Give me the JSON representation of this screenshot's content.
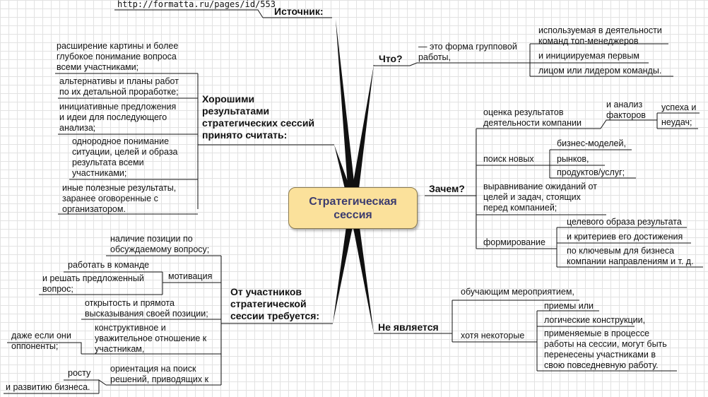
{
  "center": {
    "line1": "Стратегическая",
    "line2": "сессия"
  },
  "source": {
    "title": "Источник:",
    "url": "http://formatta.ru/pages/id/553"
  },
  "what": {
    "title": "Что?",
    "definition": [
      "— это форма групповой",
      "работы,"
    ],
    "items": [
      [
        "используемая в деятельности",
        "команд топ-менеджеров"
      ],
      [
        "и инициируемая первым"
      ],
      [
        "лицом или лидером команды."
      ]
    ]
  },
  "results": {
    "title": [
      "Хорошими",
      "результатами",
      "стратегических сессий",
      "принято считать:"
    ],
    "items": [
      [
        "расширение картины и более",
        "глубокое понимание вопроса",
        "всеми участниками;"
      ],
      [
        "альтернативы и планы работ",
        "по их детальной проработке;"
      ],
      [
        "инициативные предложения",
        "и идеи для последующего",
        "анализа;"
      ],
      [
        "однородное понимание",
        "ситуации, целей и образа",
        "результата всеми",
        "участниками;"
      ],
      [
        "иные полезные результаты,",
        "заранее оговоренные с",
        "организатором."
      ]
    ]
  },
  "why": {
    "title": "Зачем?",
    "evaluation": {
      "label": [
        "оценка результатов",
        "деятельности компании"
      ],
      "analysis": [
        "и анализ",
        "факторов"
      ],
      "factors": [
        "успеха и",
        "неудач;"
      ]
    },
    "search": {
      "label": "поиск новых",
      "items": [
        "бизнес-моделей,",
        "рынков,",
        "продуктов/услуг;"
      ]
    },
    "alignment": [
      "выравнивание ожиданий от",
      "целей и задач, стоящих",
      "перед компанией;"
    ],
    "forming": {
      "label": "формирование",
      "items": [
        [
          "целевого образа результата"
        ],
        [
          "и критериев его достижения"
        ],
        [
          "по ключевым для бизнеса",
          "компании направлениям и т. д."
        ]
      ]
    }
  },
  "participants": {
    "title": [
      "От участников",
      "стратегической",
      "сессии требуется:"
    ],
    "position": [
      "наличие позиции по",
      "обсуждаемому вопросу;"
    ],
    "motivation": {
      "label": "мотивация",
      "items": [
        [
          "работать в команде"
        ],
        [
          "и решать предложенный",
          "вопрос;"
        ]
      ]
    },
    "openness": [
      "открытость и прямота",
      "высказывания своей позиции;"
    ],
    "respect": {
      "label": [
        "конструктивное и",
        "уважительное отношение к",
        "участникам,"
      ],
      "extra": [
        "даже если они",
        "оппоненты;"
      ]
    },
    "orientation": {
      "label": [
        "ориентация на поиск",
        "решений, приводящих к"
      ],
      "items": [
        "росту",
        "и развитию бизнеса."
      ]
    }
  },
  "not": {
    "title": "Не является",
    "training": "обучающим мероприятием,",
    "some": {
      "label": "хотя некоторые",
      "items": [
        [
          "приемы или"
        ],
        [
          "логические конструкции,"
        ],
        [
          "применяемые в процессе",
          "работы на сессии, могут быть",
          "перенесены участниками в",
          "свою повседневную работу."
        ]
      ]
    }
  }
}
